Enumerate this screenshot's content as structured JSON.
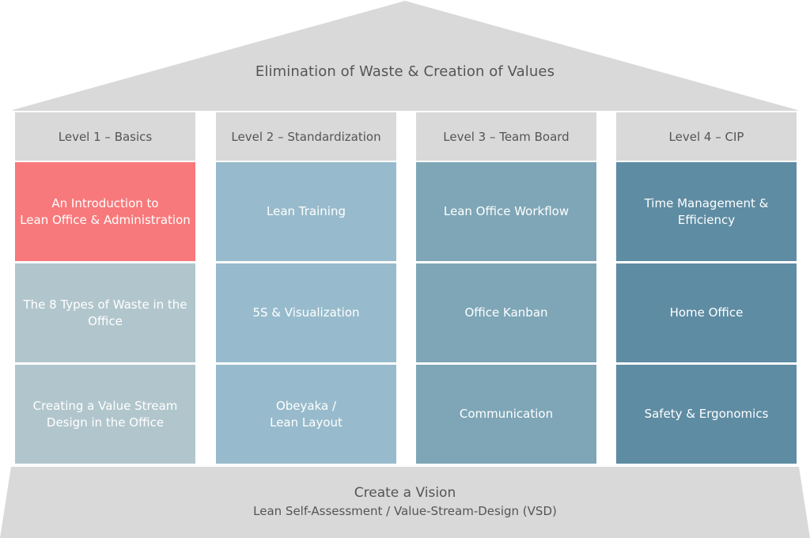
{
  "roof": {
    "title": "Elimination of Waste & Creation of Values"
  },
  "colors": {
    "structure_gray": "#d9d9d9",
    "header_text": "#555555",
    "highlight": "#f8797b",
    "level1": "#b1c6cc",
    "level2": "#97bbcc",
    "level3": "#7ea6b7",
    "level4": "#5e8ca3"
  },
  "pillars": [
    {
      "header": "Level 1 – Basics",
      "color": "#b1c6cc",
      "cells": [
        {
          "text": "An Introduction to\nLean Office & Administration",
          "highlight": true
        },
        {
          "text": "The 8 Types of Waste in the\nOffice",
          "highlight": false
        },
        {
          "text": "Creating a Value Stream\nDesign in the Office",
          "highlight": false
        }
      ]
    },
    {
      "header": "Level 2 – Standardization",
      "color": "#97bbcc",
      "cells": [
        {
          "text": "Lean Training",
          "highlight": false
        },
        {
          "text": "5S & Visualization",
          "highlight": false
        },
        {
          "text": "Obeyaka /\nLean Layout",
          "highlight": false
        }
      ]
    },
    {
      "header": "Level 3 – Team Board",
      "color": "#7ea6b7",
      "cells": [
        {
          "text": "Lean Office Workflow",
          "highlight": false
        },
        {
          "text": "Office Kanban",
          "highlight": false
        },
        {
          "text": "Communication",
          "highlight": false
        }
      ]
    },
    {
      "header": "Level 4 – CIP",
      "color": "#5e8ca3",
      "cells": [
        {
          "text": "Time Management &\nEfficiency",
          "highlight": false
        },
        {
          "text": "Home Office",
          "highlight": false
        },
        {
          "text": "Safety & Ergonomics",
          "highlight": false
        }
      ]
    }
  ],
  "foundation": {
    "title": "Create a Vision",
    "subtitle": "Lean Self-Assessment / Value-Stream-Design (VSD)"
  }
}
